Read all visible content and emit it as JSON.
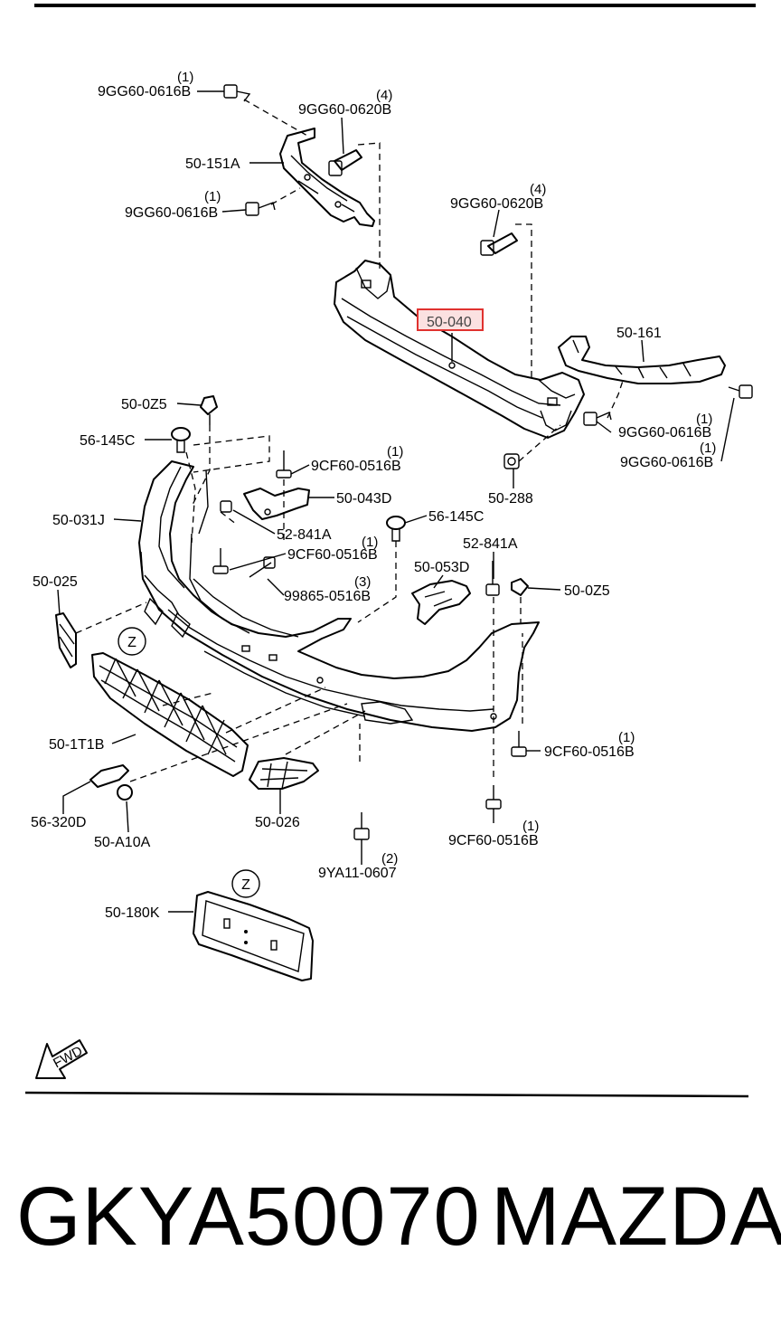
{
  "labels": {
    "bolt_top_left": "9GG60-0616B",
    "bolt_top_left_qty": "(1)",
    "bolt_top_center": "9GG60-0620B",
    "bolt_top_center_qty": "(4)",
    "bracket_left": "50-151A",
    "bolt_left_mid": "9GG60-0616B",
    "bolt_left_mid_qty": "(1)",
    "bolt_right_top": "9GG60-0620B",
    "bolt_right_top_qty": "(4)",
    "reinforcement": "50-040",
    "bracket_right": "50-161",
    "bolt_right_a": "9GG60-0616B",
    "bolt_right_a_qty": "(1)",
    "bolt_right_b": "9GG60-0616B",
    "bolt_right_b_qty": "(1)",
    "clip_left_top": "50-0Z5",
    "fastener_left": "56-145C",
    "screw_left_a": "9CF60-0516B",
    "screw_left_a_qty": "(1)",
    "bracket_center": "50-043D",
    "bumper": "50-031J",
    "clip_nut_left": "52-841A",
    "screw_left_b": "9CF60-0516B",
    "screw_left_b_qty": "(1)",
    "fog_cover_left": "50-025",
    "screw_tap": "99865-0516B",
    "screw_tap_qty": "(3)",
    "fastener_right": "56-145C",
    "clip_nut_right": "52-841A",
    "bracket_right_lower": "50-053D",
    "clip_right": "50-0Z5",
    "nut_right": "50-288",
    "grille": "50-1T1B",
    "screw_right_a": "9CF60-0516B",
    "screw_right_a_qty": "(1)",
    "fog_cover_right": "50-026",
    "screw_right_b": "9CF60-0516B",
    "screw_right_b_qty": "(1)",
    "tow_eye": "56-320D",
    "cap": "50-A10A",
    "bolt_bottom": "9YA11-0607",
    "bolt_bottom_qty": "(2)",
    "plate_bracket": "50-180K",
    "callout_z": "Z",
    "fwd": "FWD"
  },
  "footer": {
    "part_number": "GKYA50070",
    "brand": "MAZDA"
  },
  "colors": {
    "highlight_border": "#e0322f",
    "highlight_fill": "#fbe1e1"
  }
}
